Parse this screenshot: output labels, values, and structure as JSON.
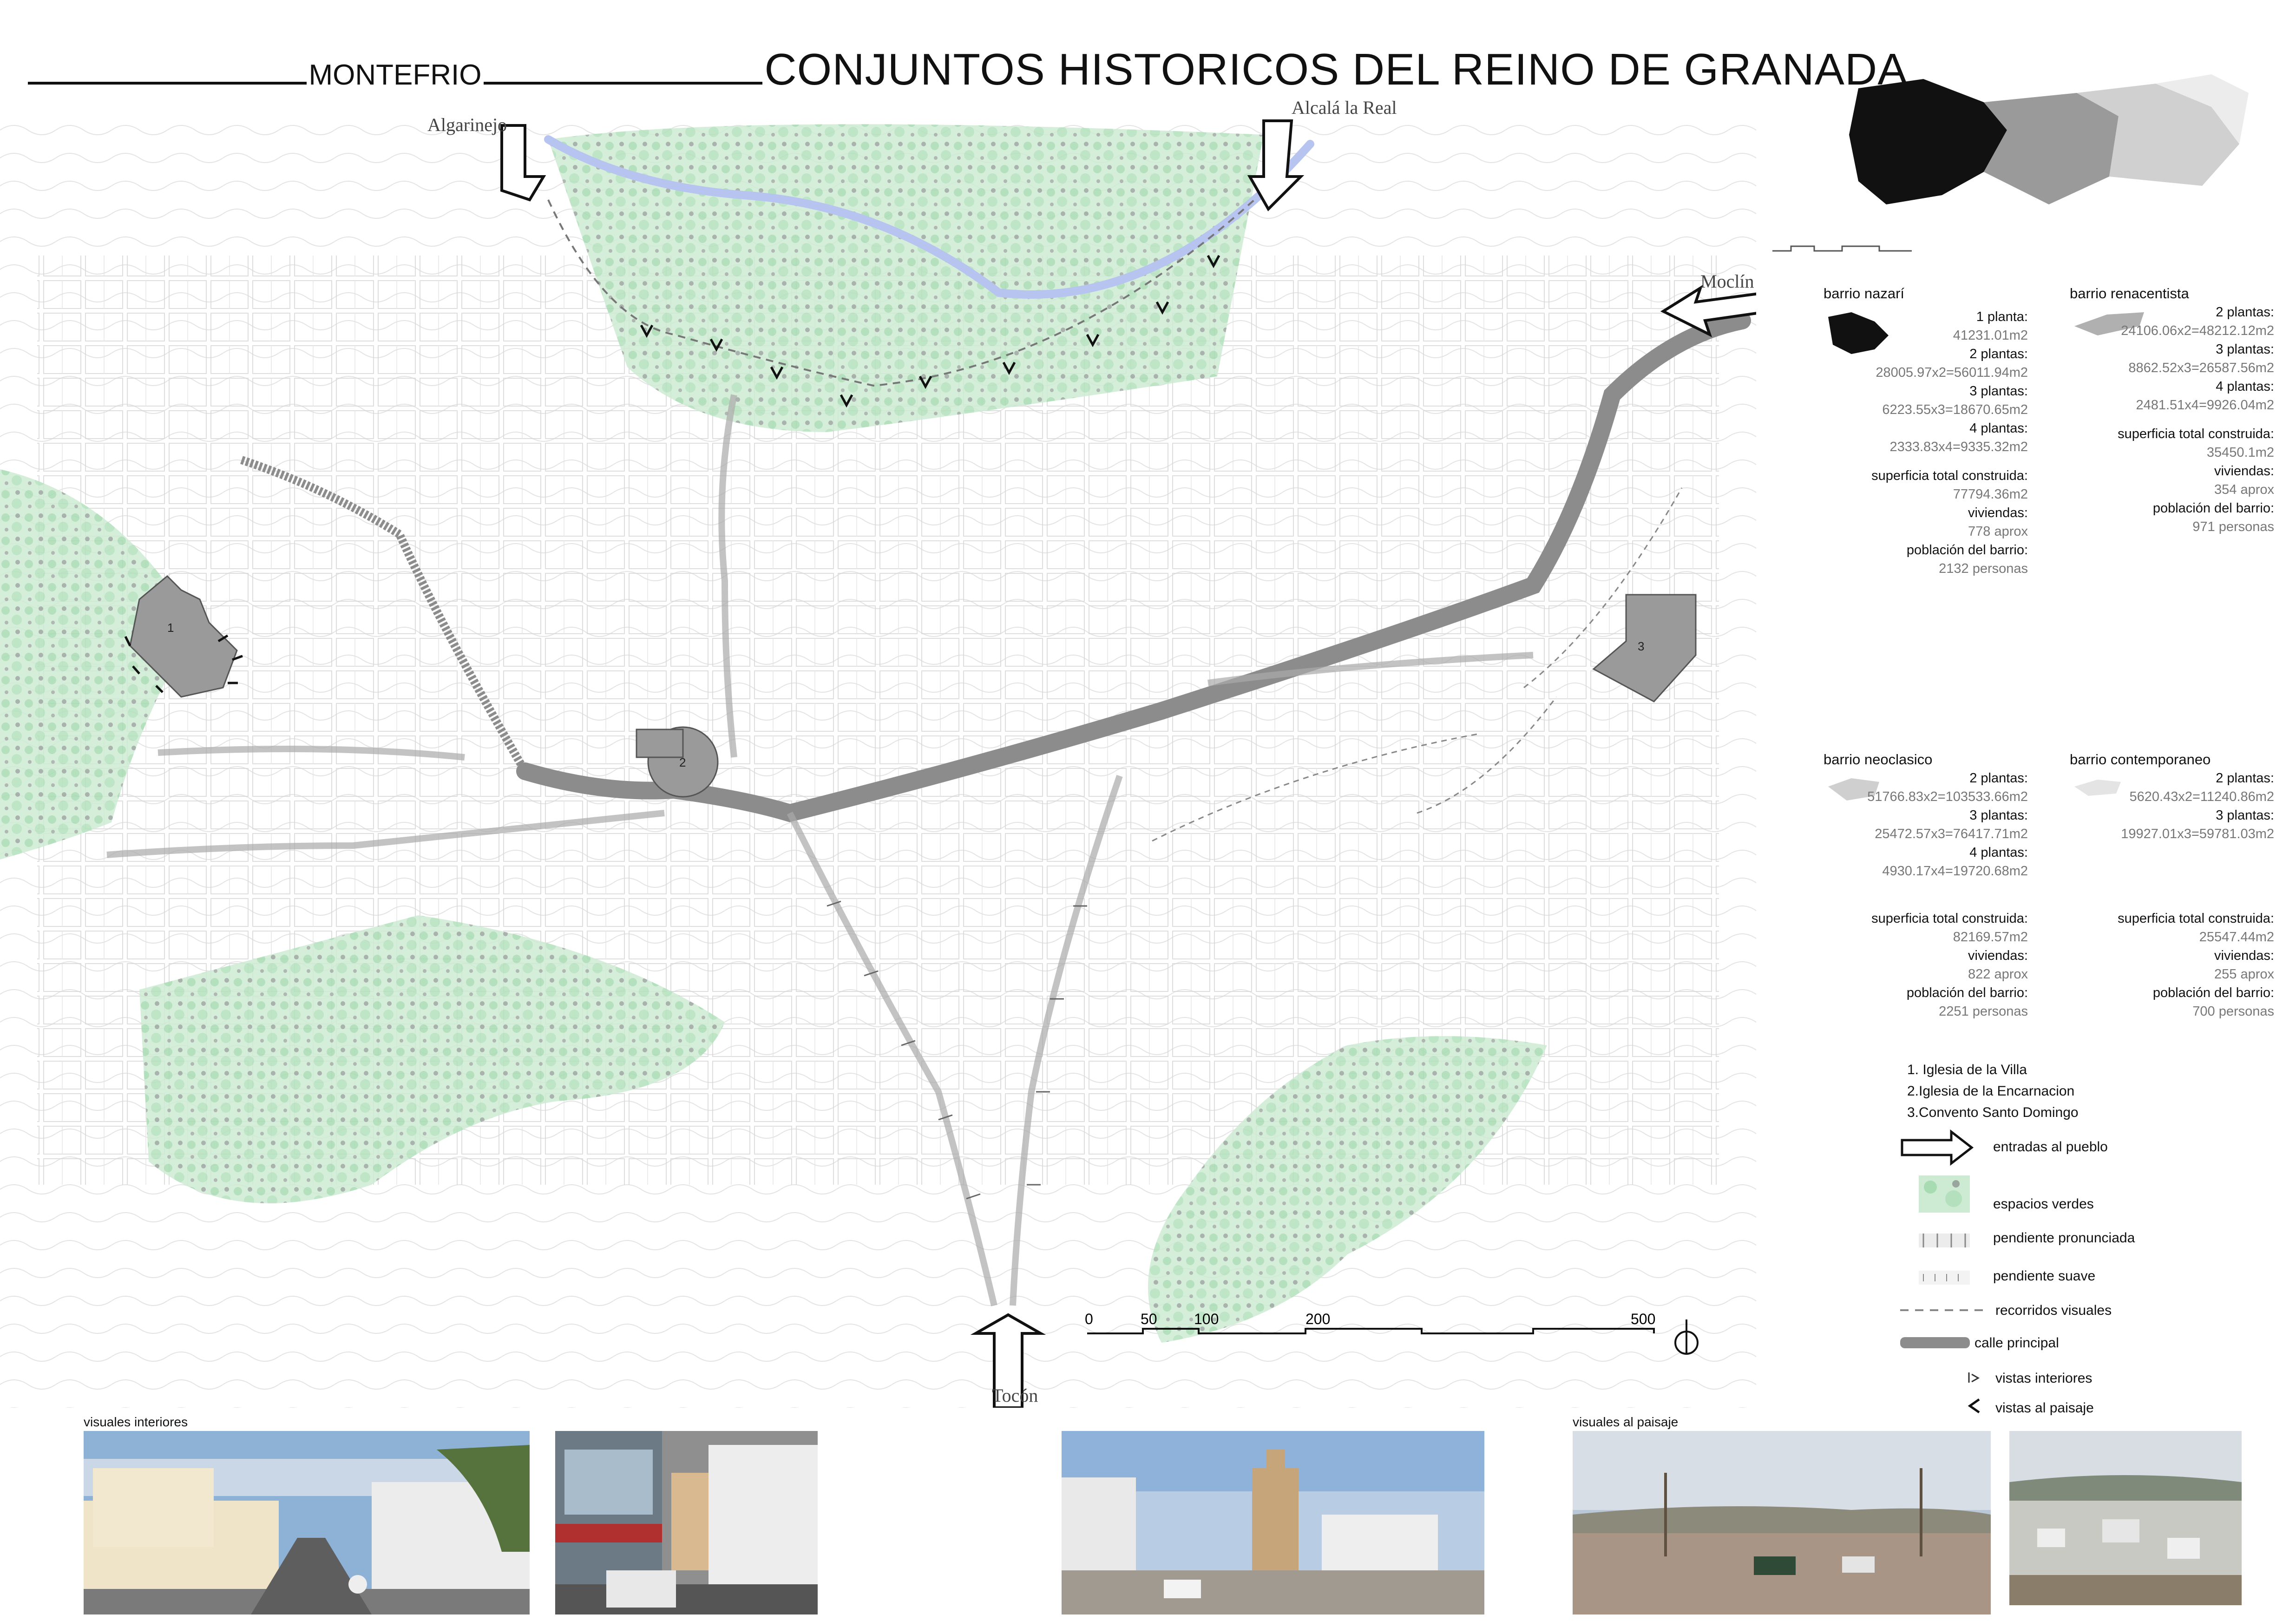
{
  "header": {
    "town": "MONTEFRIO",
    "title": "CONJUNTOS HISTORICOS DEL REINO DE GRANADA"
  },
  "map": {
    "places": {
      "algarinejo": "Algarinejo",
      "alcala": "Alcalá la Real",
      "moclin": "Moclín",
      "tocon": "Tocón"
    },
    "monuments": [
      "1",
      "2",
      "3"
    ],
    "scale": {
      "ticks": [
        "0",
        "50",
        "100",
        "200",
        "500"
      ]
    }
  },
  "barrios": [
    {
      "name": "barrio nazarí",
      "rows": [
        {
          "label": "1 planta:",
          "value": "41231.01m2"
        },
        {
          "label": "2 plantas:",
          "value": "28005.97x2=56011.94m2"
        },
        {
          "label": "3 plantas:",
          "value": "6223.55x3=18670.65m2"
        },
        {
          "label": "4 plantas:",
          "value": "2333.83x4=9335.32m2"
        },
        {
          "label": "superficia total construida:",
          "value": "77794.36m2"
        },
        {
          "label": "viviendas:",
          "value": "778 aprox"
        },
        {
          "label": "población del barrio:",
          "value": "2132 personas"
        }
      ]
    },
    {
      "name": "barrio renacentista",
      "rows": [
        {
          "label": "2 plantas:",
          "value": "24106.06x2=48212.12m2"
        },
        {
          "label": "3 plantas:",
          "value": "8862.52x3=26587.56m2"
        },
        {
          "label": "4 plantas:",
          "value": "2481.51x4=9926.04m2"
        },
        {
          "label": "superficia total construida:",
          "value": "35450.1m2"
        },
        {
          "label": "viviendas:",
          "value": "354 aprox"
        },
        {
          "label": "población del barrio:",
          "value": "971 personas"
        }
      ]
    },
    {
      "name": "barrio neoclasico",
      "rows": [
        {
          "label": "2 plantas:",
          "value": "51766.83x2=103533.66m2"
        },
        {
          "label": "3 plantas:",
          "value": "25472.57x3=76417.71m2"
        },
        {
          "label": "4 plantas:",
          "value": "4930.17x4=19720.68m2"
        },
        {
          "label": "superficia total construida:",
          "value": "82169.57m2"
        },
        {
          "label": "viviendas:",
          "value": "822 aprox"
        },
        {
          "label": "población del barrio:",
          "value": "2251 personas"
        }
      ]
    },
    {
      "name": "barrio contemporaneo",
      "rows": [
        {
          "label": "2 plantas:",
          "value": "5620.43x2=11240.86m2"
        },
        {
          "label": "3 plantas:",
          "value": "19927.01x3=59781.03m2"
        },
        {
          "label": "superficia total construida:",
          "value": "25547.44m2"
        },
        {
          "label": "viviendas:",
          "value": "255 aprox"
        },
        {
          "label": "población del barrio:",
          "value": "700 personas"
        }
      ]
    }
  ],
  "legend": {
    "churches": [
      "1. Iglesia de la Villa",
      "2.Iglesia de la Encarnacion",
      "3.Convento Santo Domingo"
    ],
    "items": [
      {
        "icon": "arrow-icon",
        "label": "entradas al pueblo"
      },
      {
        "icon": "green-area-icon",
        "label": "espacios verdes"
      },
      {
        "icon": "steep-slope-icon",
        "label": "pendiente pronunciada"
      },
      {
        "icon": "gentle-slope-icon",
        "label": "pendiente suave"
      },
      {
        "icon": "dashed-line-icon",
        "label": "recorridos visuales"
      },
      {
        "icon": "main-street-icon",
        "label": "calle principal"
      },
      {
        "icon": "interior-view-icon",
        "label": "vistas interiores"
      },
      {
        "icon": "landscape-view-icon",
        "label": "vistas al paisaje"
      }
    ]
  },
  "photos": {
    "interior_caption": "visuales interiores",
    "landscape_caption": "visuales al paisaje"
  },
  "colors": {
    "green": "#9ed7a8",
    "street": "#8c8c8c",
    "monument": "#9a9a9a",
    "river": "#b7c4f0"
  }
}
